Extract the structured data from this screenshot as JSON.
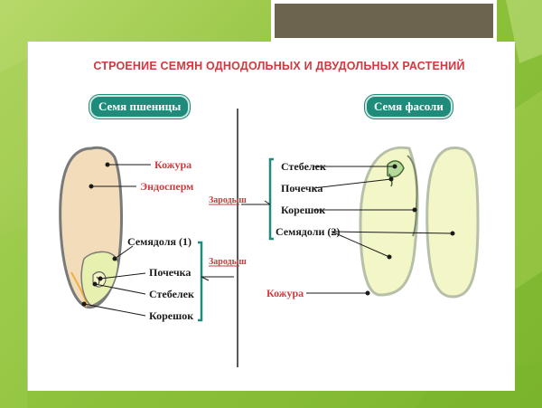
{
  "slide": {
    "accent_color": "#8fc23d",
    "title_box_color": "#6d6450"
  },
  "heading": "СТРОЕНИЕ СЕМЯН ОДНОДОЛЬНЫХ И ДВУДОЛЬНЫХ РАСТЕНИЙ",
  "left": {
    "pill": "Семя пшеницы",
    "labels": {
      "kozhura": "Кожура",
      "endosperm": "Эндосперм",
      "semyadolya": "Семядоля (1)",
      "pochechka": "Почечка",
      "stebelek": "Стебелек",
      "koreshok": "Корешок",
      "zarodysh": "Зародыш"
    }
  },
  "right": {
    "pill": "Семя фасоли",
    "labels": {
      "stebelek": "Стебелек",
      "pochechka": "Почечка",
      "koreshok": "Корешок",
      "semyadoli": "Семядоли (2)",
      "kozhura": "Кожура",
      "zarodysh": "Зародыш"
    }
  }
}
